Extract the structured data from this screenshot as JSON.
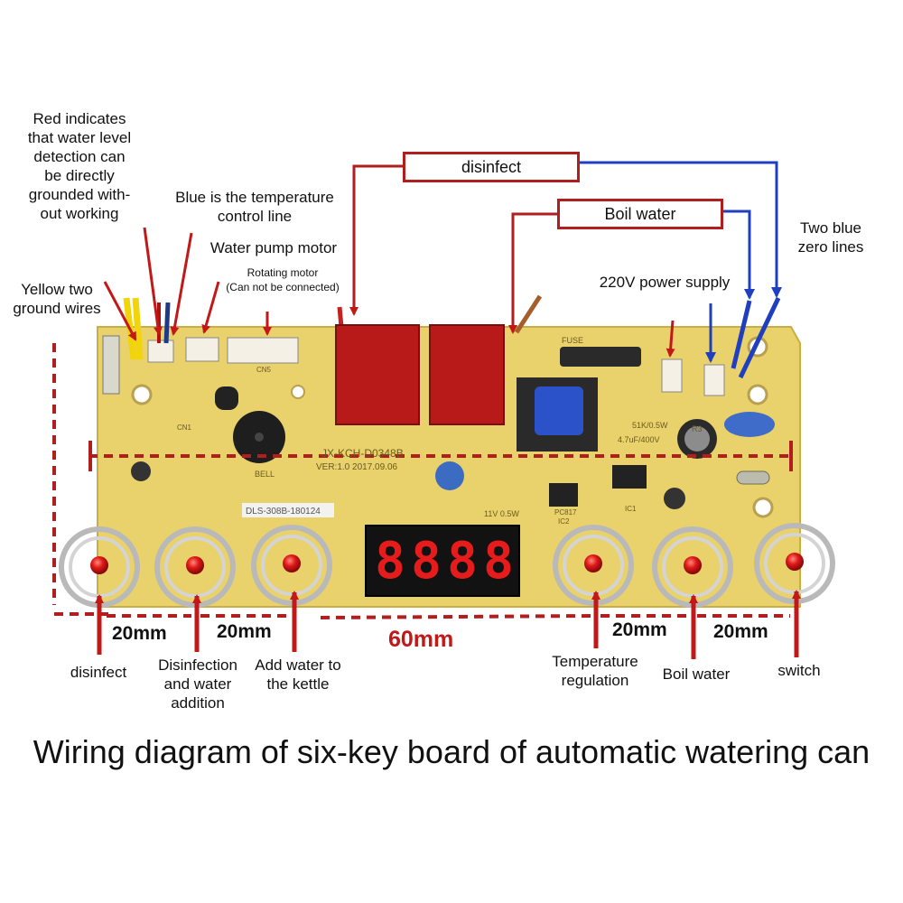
{
  "title": "Wiring diagram of six-key board of automatic watering can",
  "callouts": {
    "red_line": "Red indicates that water level detection can be directly grounded with-out working",
    "red_line_lines": [
      "Red indicates",
      "that water level",
      "detection can",
      "be directly",
      "grounded with-",
      "out working"
    ],
    "blue_line_lines": [
      "Blue is the temperature",
      "control line"
    ],
    "pump_motor": "Water pump motor",
    "rotating_motor_lines": [
      "Rotating motor",
      "(Can not be connected)"
    ],
    "ground_wires_lines": [
      "Yellow two",
      "ground wires"
    ],
    "disinfect_box": "disinfect",
    "boil_water_box": "Boil water",
    "power_supply": "220V power supply",
    "zero_lines_lines": [
      "Two blue",
      "zero lines"
    ]
  },
  "keys": [
    {
      "label_lines": [
        "disinfect"
      ]
    },
    {
      "label_lines": [
        "Disinfection",
        "and water",
        "addition"
      ]
    },
    {
      "label_lines": [
        "Add water to",
        "the kettle"
      ]
    },
    {
      "label_lines": [
        "Temperature",
        "regulation"
      ]
    },
    {
      "label_lines": [
        "Boil water"
      ]
    },
    {
      "label_lines": [
        "switch"
      ]
    }
  ],
  "dimensions": {
    "d1": "20mm",
    "d2": "20mm",
    "d_center": "60mm",
    "d4": "20mm",
    "d5": "20mm"
  },
  "board_text": {
    "model": "JX-KCH-D0348B",
    "version": "VER:1.0 2017.09.06",
    "sticker": "DLS-308B-180124",
    "fuse": "FUSE",
    "bell": "BELL",
    "resistor": "51K/0.5W",
    "cap_rating": "4.7uF/400V",
    "zener": "11V 0.5W",
    "r3": "R3",
    "pc817": "PC817",
    "ic1": "IC1",
    "ic2": "IC2",
    "cn5": "CN5",
    "cn1": "CN1"
  },
  "display": {
    "digits": [
      "8",
      "8",
      "8",
      "8"
    ]
  },
  "colors": {
    "board": "#e9d16b",
    "callout_red": "#b01e1e",
    "callout_blue": "#1f3fbf",
    "led": "#e01818",
    "relay": "#b81a1a",
    "transformer": "#2c52c9"
  }
}
